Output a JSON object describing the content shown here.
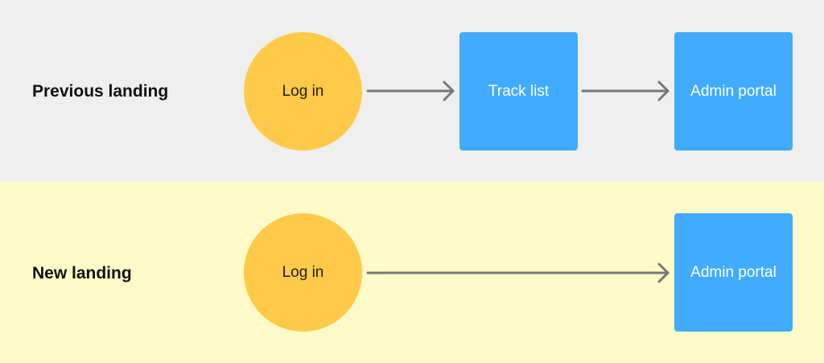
{
  "lanes": [
    {
      "label": "Previous landing",
      "nodes": [
        {
          "label": "Log in",
          "shape": "circle"
        },
        {
          "label": "Track list",
          "shape": "box"
        },
        {
          "label": "Admin portal",
          "shape": "box"
        }
      ]
    },
    {
      "label": "New landing",
      "nodes": [
        {
          "label": "Log in",
          "shape": "circle"
        },
        {
          "label": "Admin portal",
          "shape": "box"
        }
      ]
    }
  ],
  "colors": {
    "previous_lane_bg": "#efefef",
    "new_lane_bg": "#fffac7",
    "circle_node": "#ffca47",
    "box_node": "#40abff",
    "arrow": "#777777"
  }
}
